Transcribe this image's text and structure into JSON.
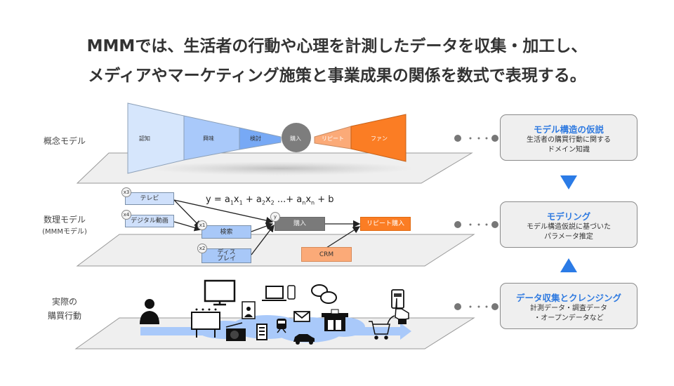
{
  "header": {
    "line1": "MMMでは、生活者の行動や心理を計測したデータを収集・加工し、",
    "line2": "メディアやマーケティング施策と事業成果の関係を数式で表現する。"
  },
  "layers": [
    {
      "label": "概念モデル",
      "sub": ""
    },
    {
      "label": "数理モデル",
      "sub": "(MMMモデル)"
    },
    {
      "label": "実際の\n購買行動",
      "line1": "実際の",
      "line2": "購買行動"
    }
  ],
  "funnel": {
    "stages": [
      "認知",
      "興味",
      "検討",
      "購入",
      "リピート",
      "ファン"
    ],
    "colors": {
      "awareness": "#d6e6fc",
      "interest": "#a9c9fa",
      "consideration": "#77a9f5",
      "purchase": "#7d7d7d",
      "repeat": "#fbaa78",
      "fan": "#fb7d24"
    }
  },
  "math_model": {
    "formula": {
      "y": "y",
      "eq": " = a",
      "parts": [
        "1",
        "x",
        "1",
        " + a",
        "2",
        "x",
        "2",
        " ...+ a",
        "n",
        "x",
        "n",
        " + b"
      ]
    },
    "nodes": {
      "tv": {
        "label": "テレビ",
        "var": "x3"
      },
      "digital_video": {
        "label": "デジタル動画",
        "var": "x4"
      },
      "search": {
        "label": "検索",
        "var": "x1"
      },
      "display": {
        "label": "ディス\nプレイ",
        "line1": "ディス",
        "line2": "プレイ",
        "var": "x2"
      },
      "purchase": {
        "label": "購入",
        "var": "y"
      },
      "repeat_purchase": {
        "label": "リピート購入"
      },
      "crm": {
        "label": "CRM"
      }
    }
  },
  "behavior_icons": [
    "person-icon",
    "billboard-icon",
    "tv-monitor-icon",
    "magazine-icon",
    "radio-icon",
    "laptop-icon",
    "smartphone-icon",
    "newspaper-icon",
    "train-icon",
    "mail-icon",
    "taxi-icon",
    "chat-icon",
    "convenience-store-icon",
    "shopping-cart-icon",
    "buy-button-tap-icon"
  ],
  "side_panels": [
    {
      "title": "モデル構造の仮説",
      "body1": "生活者の購買行動に関する",
      "body2": "ドメイン知識"
    },
    {
      "title": "モデリング",
      "body1": "モデル構造仮説に基づいた",
      "body2": "パラメータ推定"
    },
    {
      "title": "データ収集とクレンジング",
      "body1": "計測データ・調査データ",
      "body2": "・オープンデータなど"
    }
  ],
  "accent_color": "#2b7be6"
}
